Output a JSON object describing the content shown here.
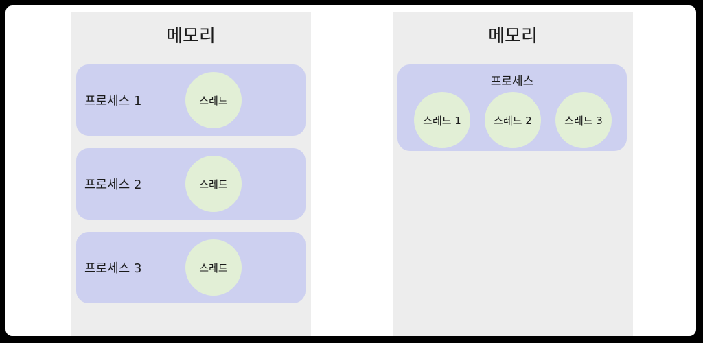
{
  "colors": {
    "memory_bg": "#ededed",
    "process_bg": "#cdd0f0",
    "thread_bg": "#e2efd6"
  },
  "left_panel": {
    "title": "메모리",
    "processes": [
      {
        "label": "프로세스 1",
        "thread": "스레드"
      },
      {
        "label": "프로세스 2",
        "thread": "스레드"
      },
      {
        "label": "프로세스 3",
        "thread": "스레드"
      }
    ]
  },
  "right_panel": {
    "title": "메모리",
    "process": {
      "label": "프로세스",
      "threads": [
        "스레드 1",
        "스레드 2",
        "스레드 3"
      ]
    }
  }
}
